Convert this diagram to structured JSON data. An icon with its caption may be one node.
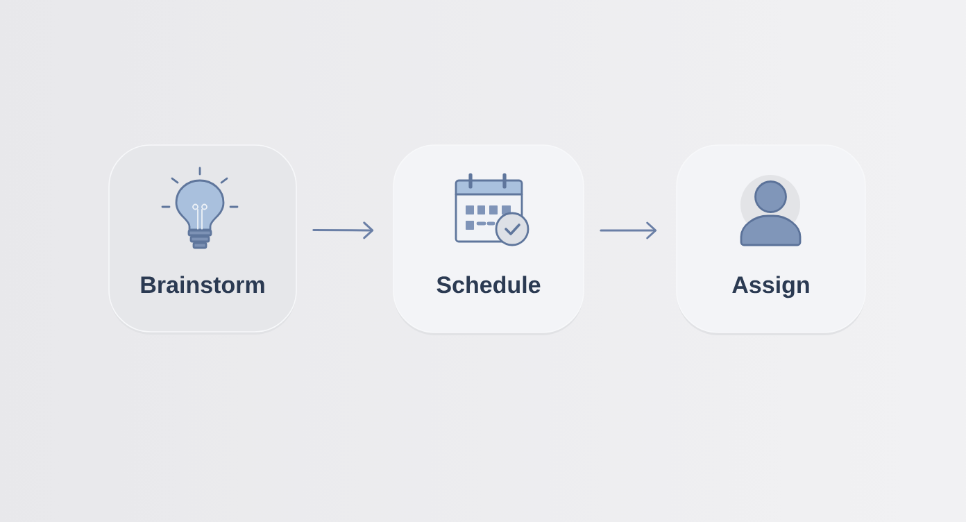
{
  "diagram": {
    "nodes": [
      {
        "text": [
          "Brainstorm"
        ]
      },
      {
        "text": [
          "Schedule"
        ]
      },
      {
        "text": [
          "Assign"
        ]
      }
    ],
    "edges": [
      {
        "from": 0,
        "to": 1,
        "arrow": "to"
      },
      {
        "from": 1,
        "to": 2,
        "arrow": "to"
      }
    ]
  }
}
